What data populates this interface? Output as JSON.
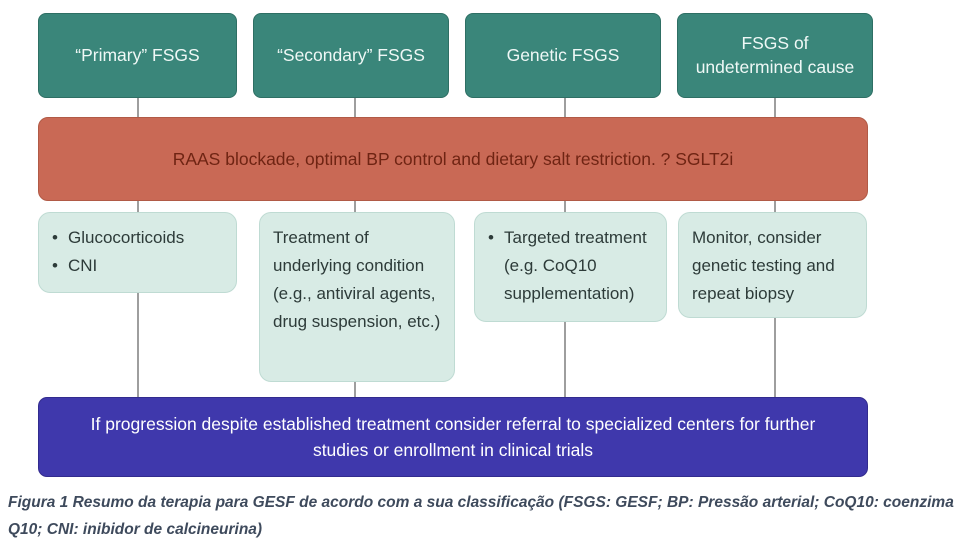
{
  "diagram": {
    "bullet_char": "•",
    "top_boxes": [
      {
        "label": "“Primary” FSGS"
      },
      {
        "label": "“Secondary” FSGS"
      },
      {
        "label": "Genetic FSGS"
      },
      {
        "label": "FSGS of undetermined cause"
      }
    ],
    "raas_box": {
      "label": "RAAS blockade, optimal BP control and dietary salt restriction. ? SGLT2i"
    },
    "treatment_boxes": [
      {
        "items": [
          "Glucocorticoids",
          "CNI"
        ]
      },
      {
        "text": "Treatment of underlying condition (e.g., antiviral agents, drug suspension, etc.)"
      },
      {
        "items": [
          "Targeted treatment (e.g. CoQ10 supplementation)"
        ]
      },
      {
        "text": "Monitor, consider genetic testing and repeat biopsy"
      }
    ],
    "referral_box": {
      "label": "If progression despite established treatment consider referral to specialized centers for further studies or enrollment in clinical trials"
    },
    "colors": {
      "header_box": "#3a867a",
      "header_border": "#2e6f64",
      "raas_box": "#c96955",
      "raas_text": "#6f2413",
      "treatment_box": "#d8ebe5",
      "treatment_text": "#2d3b39",
      "referral_box": "#3f38ac",
      "referral_text": "#ffffff",
      "connector_line": "#9e9e9e",
      "caption_text": "#3e4a5c"
    }
  },
  "caption": {
    "text": "Figura 1 Resumo da terapia para GESF de acordo com a sua classificação (FSGS: GESF; BP: Pressão arterial; CoQ10: coenzima Q10; CNI: inibidor de calcineurina)"
  }
}
